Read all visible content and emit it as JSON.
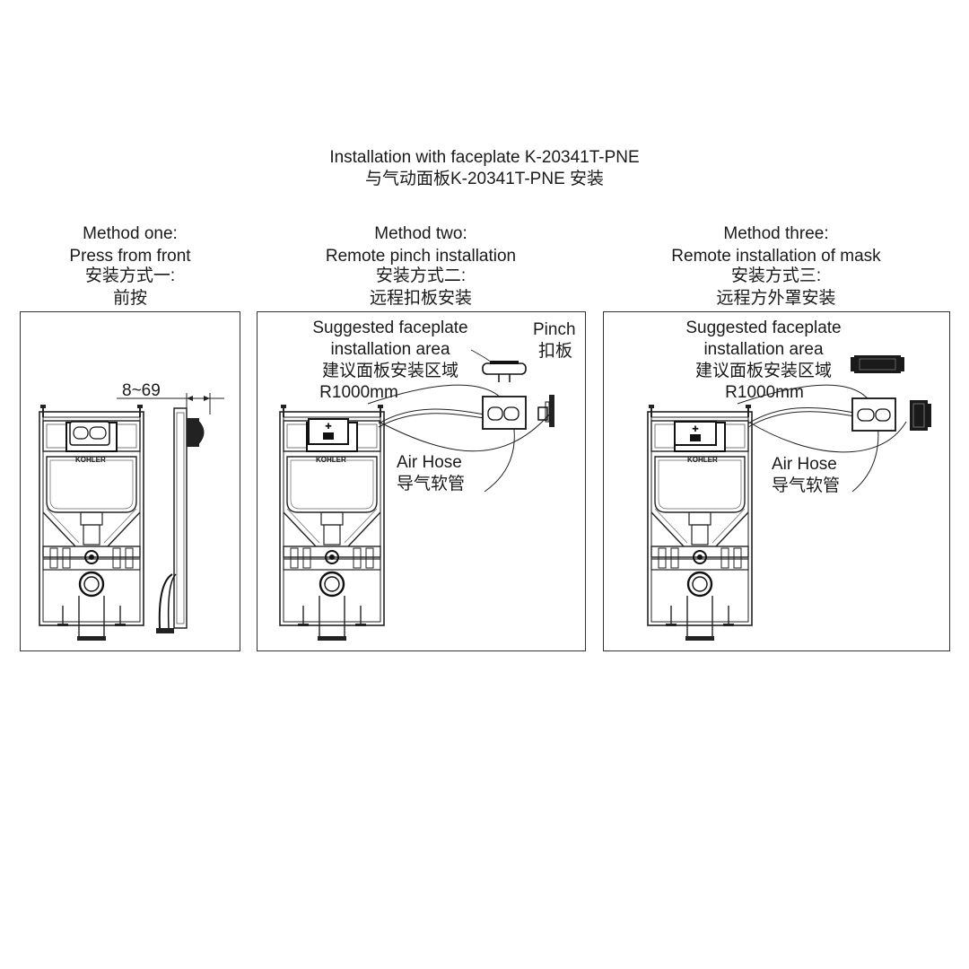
{
  "header": {
    "title_en": "Installation with faceplate K-20341T-PNE",
    "title_cn": "与气动面板K-20341T-PNE 安装"
  },
  "methods": [
    {
      "title_en_1": "Method one:",
      "title_en_2": "Press from front",
      "title_cn_1": "安装方式一:",
      "title_cn_2": "前按",
      "dimension": "8~69",
      "brand": "KOHLER"
    },
    {
      "title_en_1": "Method two:",
      "title_en_2": "Remote pinch installation",
      "title_cn_1": "安装方式二:",
      "title_cn_2": "远程扣板安装",
      "area_en_1": "Suggested faceplate",
      "area_en_2": "installation area",
      "area_cn": "建议面板安装区域",
      "radius": "R1000mm",
      "hose_en": "Air Hose",
      "hose_cn": "导气软管",
      "pinch_en": "Pinch",
      "pinch_cn": "扣板",
      "brand": "KOHLER"
    },
    {
      "title_en_1": "Method three:",
      "title_en_2": "Remote installation of mask",
      "title_cn_1": "安装方式三:",
      "title_cn_2": "远程方外罩安装",
      "area_en_1": "Suggested faceplate",
      "area_en_2": "installation area",
      "area_cn": "建议面板安装区域",
      "radius": "R1000mm",
      "hose_en": "Air Hose",
      "hose_cn": "导气软管",
      "brand": "KOHLER"
    }
  ]
}
